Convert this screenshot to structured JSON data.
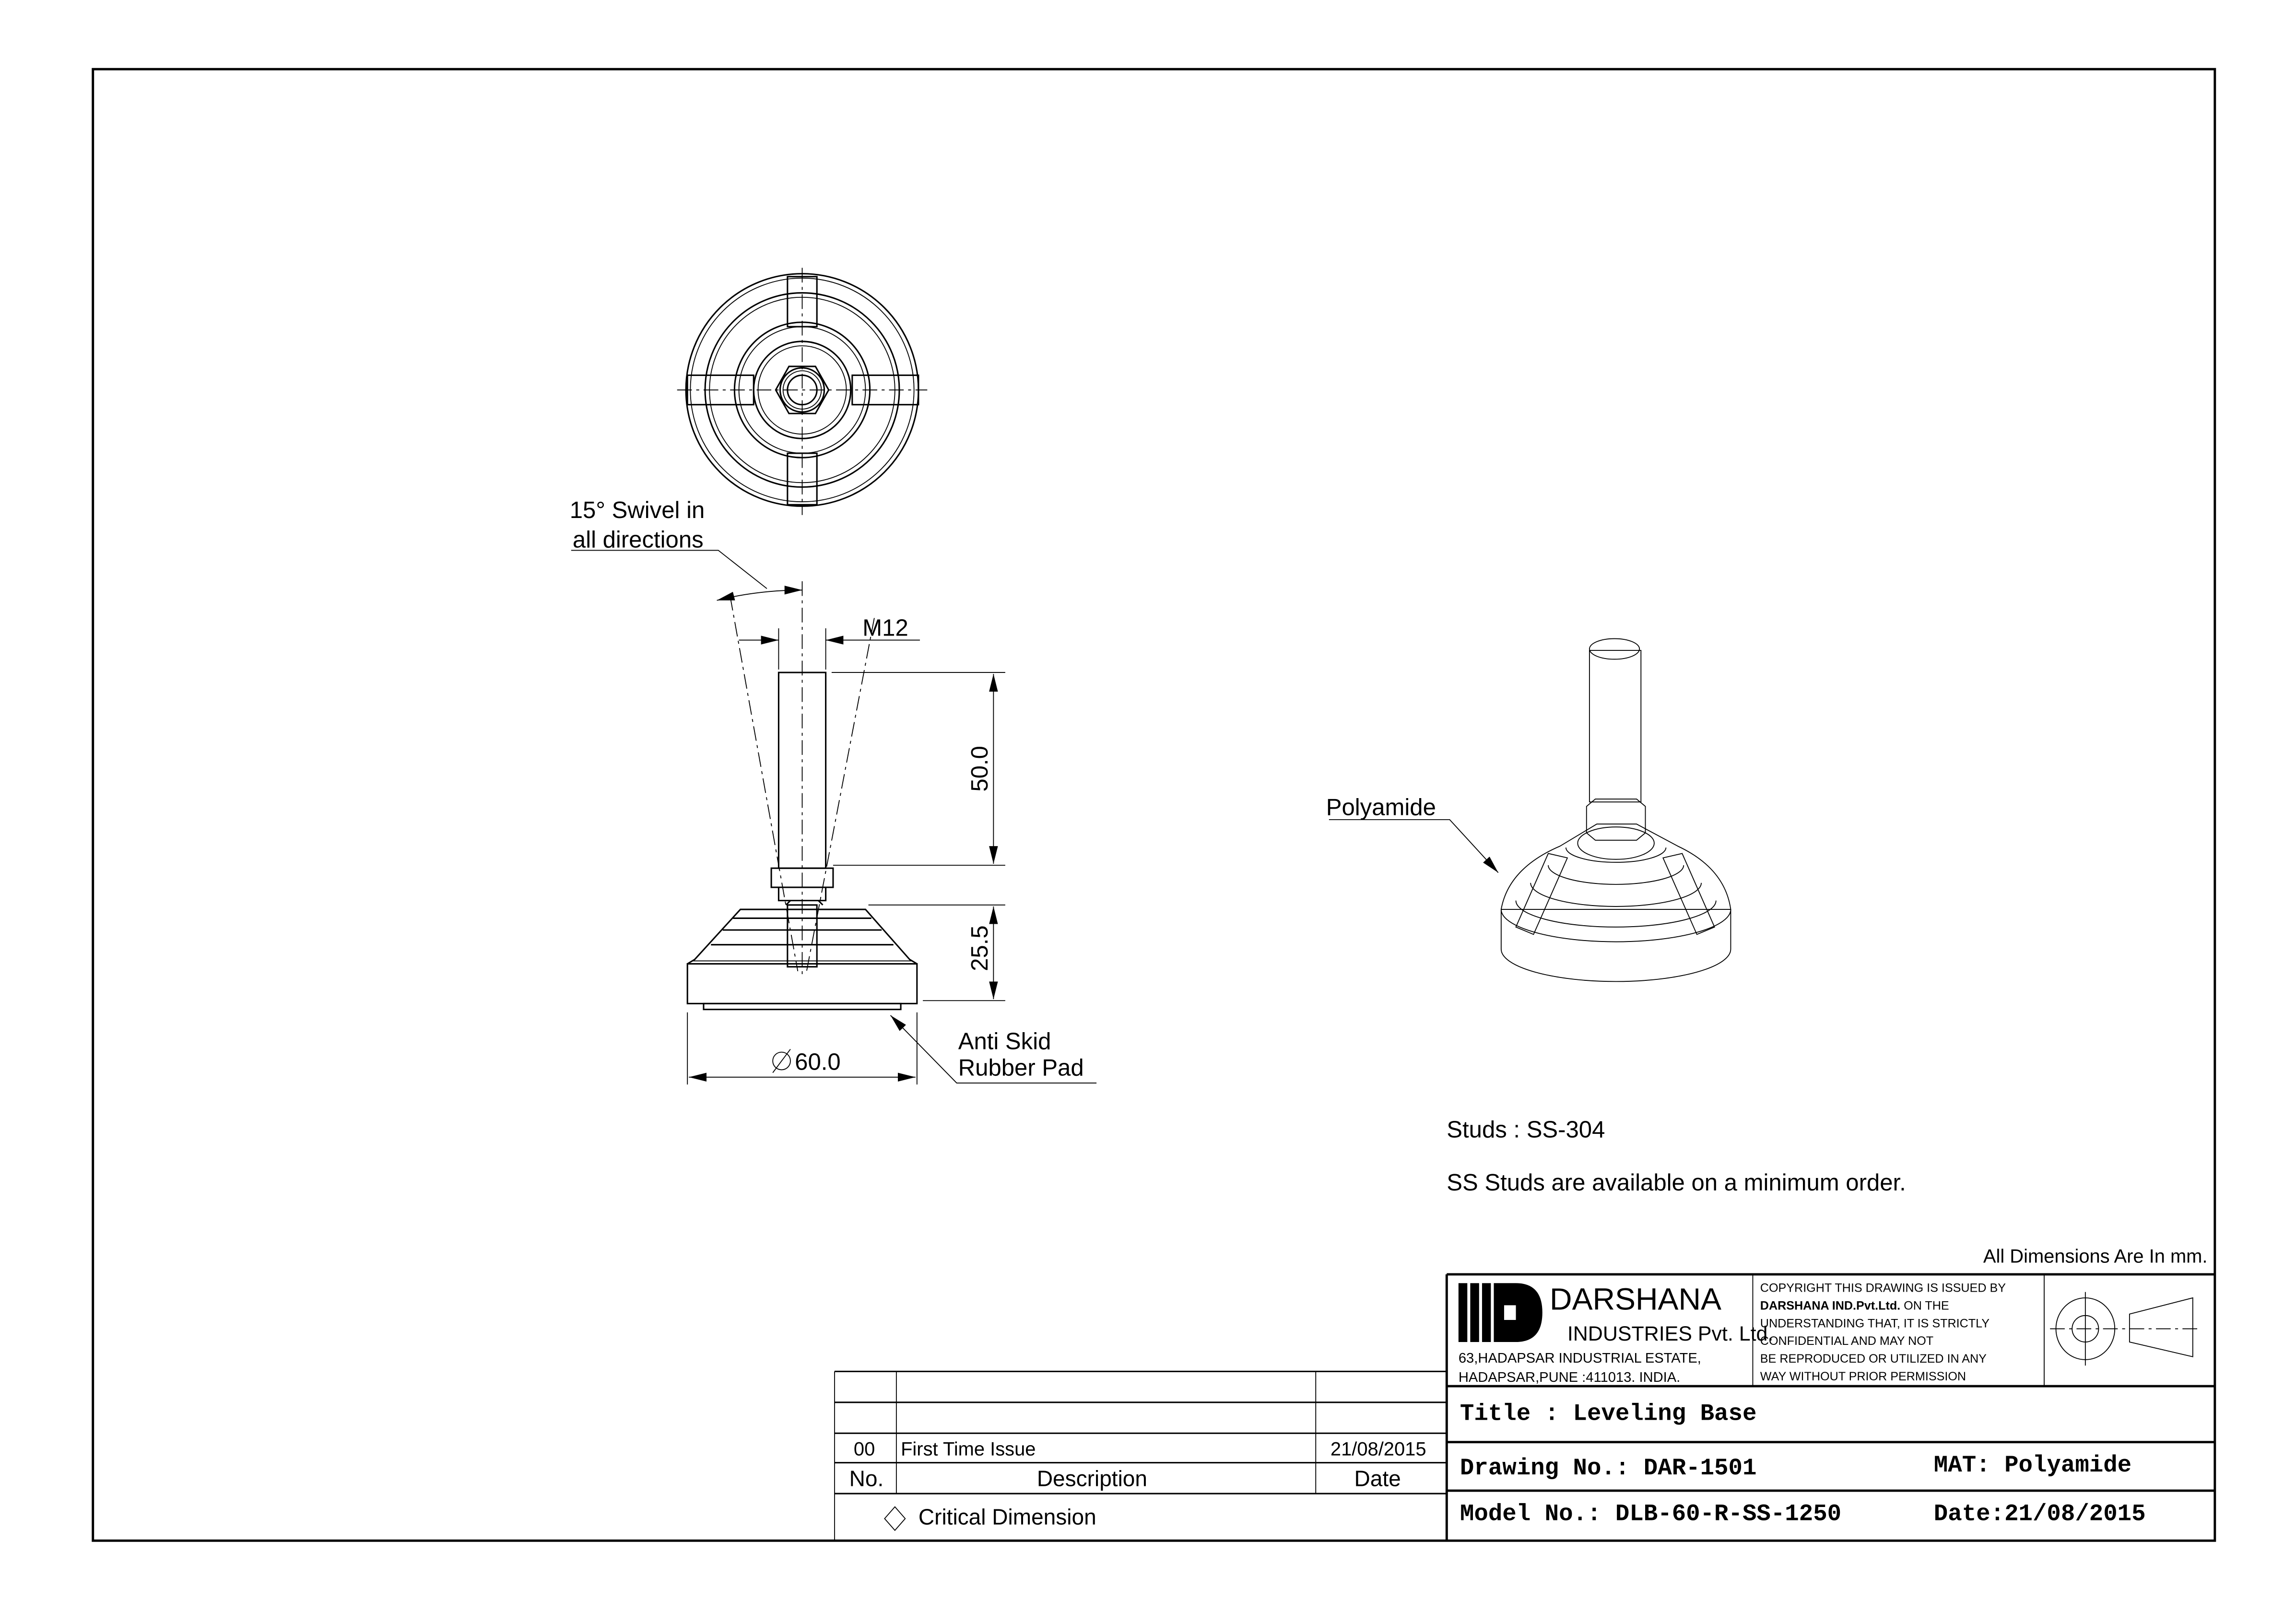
{
  "drawing": {
    "annotations": {
      "swivel_line1": "15° Swivel in",
      "swivel_line2": "all directions",
      "thread": "M12",
      "stud_length": "50.0",
      "base_height": "25.5",
      "diameter": "60.0",
      "pad_line1": "Anti Skid",
      "pad_line2": "Rubber Pad",
      "material_callout": "Polyamide"
    },
    "notes": {
      "studs": "Studs : SS-304",
      "availability": "SS Studs are available on a minimum order.",
      "units": "All Dimensions Are In mm."
    }
  },
  "company": {
    "logo_text": "DARSHANA",
    "name_line2": "INDUSTRIES Pvt. Ltd.",
    "address_line1": "63,HADAPSAR INDUSTRIAL ESTATE,",
    "address_line2": "HADAPSAR,PUNE :411013. INDIA."
  },
  "copyright": {
    "line1": "COPYRIGHT THIS DRAWING IS ISSUED BY",
    "line2_bold": "DARSHANA IND.Pvt.Ltd.",
    "line2_rest": " ON THE",
    "line3": "UNDERSTANDING THAT, IT IS STRICTLY",
    "line4": "CONFIDENTIAL AND MAY NOT",
    "line5": "BE REPRODUCED OR UTILIZED IN ANY",
    "line6": "WAY WITHOUT PRIOR PERMISSION"
  },
  "title_block": {
    "title": "Title : Leveling Base",
    "drawing_no": "Drawing No.: DAR-1501",
    "material": "MAT: Polyamide",
    "model_no": "Model No.: DLB-60-R-SS-1250",
    "date": "Date:21/08/2015"
  },
  "revisions": {
    "headers": {
      "no": "No.",
      "description": "Description",
      "date": "Date"
    },
    "rows": [
      {
        "no": "00",
        "description": "First Time Issue",
        "date": "21/08/2015"
      }
    ],
    "legend": "Critical Dimension"
  }
}
